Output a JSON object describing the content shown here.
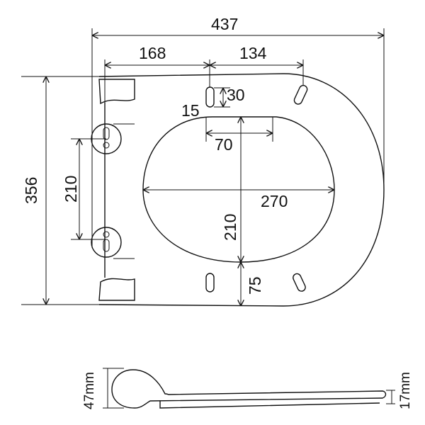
{
  "top_view": {
    "overall_width": "437",
    "hinge_to_slot": "168",
    "slot_to_slot": "134",
    "slot_height": "30",
    "slot_width": "15",
    "opening_top_width": "70",
    "opening_width": "270",
    "opening_length": "210",
    "front_margin": "75",
    "overall_length": "356",
    "hinge_spacing": "210"
  },
  "side_view": {
    "hinge_thickness": "47mm",
    "seat_thickness": "17mm"
  },
  "colors": {
    "line": "#111111",
    "background": "#ffffff"
  }
}
